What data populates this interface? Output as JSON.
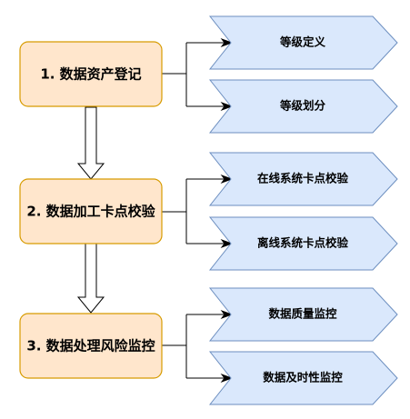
{
  "steps": [
    {
      "label": "1. 数据资产登记",
      "items": [
        "等级定义",
        "等级划分"
      ]
    },
    {
      "label": "2. 数据加工卡点校验",
      "items": [
        "在线系统卡点校验",
        "离线系统卡点校验"
      ]
    },
    {
      "label": "3. 数据处理风险监控",
      "items": [
        "数据质量监控",
        "数据及时性监控"
      ]
    }
  ],
  "colors": {
    "step_fill": "#ffe6cc",
    "step_stroke": "#d79b00",
    "item_fill": "#dae8fc",
    "item_stroke": "#6c8ebf",
    "line": "#000000",
    "down_arrow_fill": "#ffffff"
  }
}
